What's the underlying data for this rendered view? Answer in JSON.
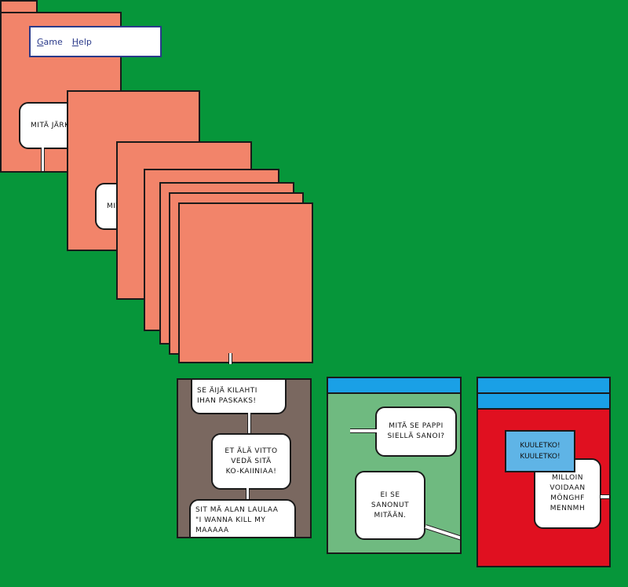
{
  "menu": {
    "items": [
      {
        "first": "G",
        "rest": "ame"
      },
      {
        "first": "H",
        "rest": "elp"
      }
    ]
  },
  "cards": {
    "color": "#f2846a",
    "bubble_text": "MITÄ JÄRKEE"
  },
  "panels": {
    "brown": {
      "bubbles": [
        "SE ÄIJÄ KILAHTI\nIHAN PASKAKS!",
        "ET ÄLÄ VITTO\nVEDÄ SITÄ\nKO-KAIINIAA!",
        "SIT MÄ ALAN LAULAA\n\"I WANNA KILL MY\nMAAAAA"
      ]
    },
    "green": {
      "bubbles": [
        "MITÄ SE PAPPI\nSIELLÄ SANOI?",
        "EI SE\nSANONUT\nMITÄÄN."
      ]
    },
    "red": {
      "sign": "KUULETKO!\nKUULETKO!",
      "bubble": "MILLOIN\nVOIDAAN\nMÖNGHF\nMENNMH"
    }
  },
  "colors": {
    "table": "#06963a",
    "stripe": "#1aa0e6",
    "brown_panel": "#7a6860",
    "green_panel": "#6fba80",
    "red_panel": "#e01020",
    "sign": "#5fb4e6",
    "menu_text": "#2a3a8a"
  }
}
